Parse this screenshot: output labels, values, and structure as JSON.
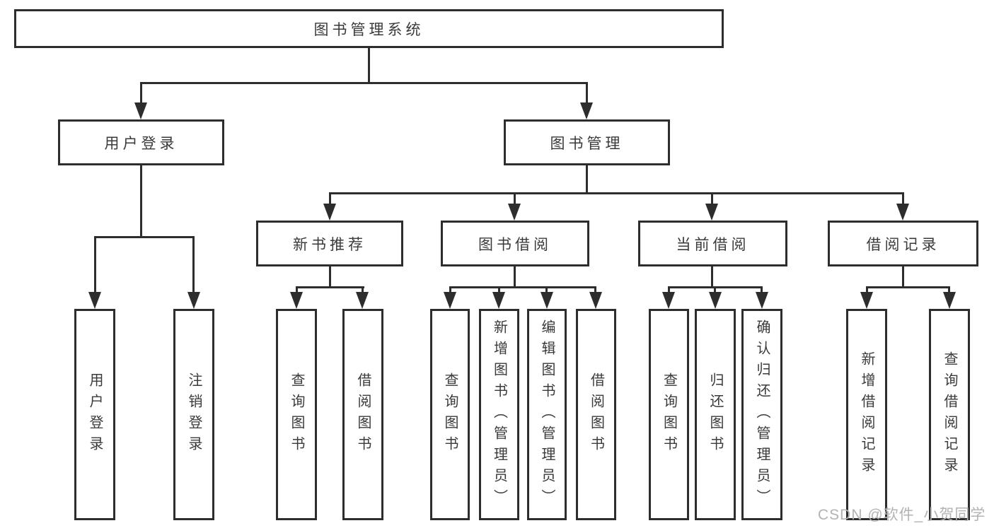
{
  "tree": {
    "label": "图书管理系统",
    "children": [
      {
        "label": "用户登录",
        "children": [
          {
            "label": "用户登录"
          },
          {
            "label": "注销登录"
          }
        ]
      },
      {
        "label": "图书管理",
        "children": [
          {
            "label": "新书推荐",
            "children": [
              {
                "label": "查询图书"
              },
              {
                "label": "借阅图书"
              }
            ]
          },
          {
            "label": "图书借阅",
            "children": [
              {
                "label": "查询图书"
              },
              {
                "label": "新增图书（管理员）"
              },
              {
                "label": "编辑图书（管理员）"
              },
              {
                "label": "借阅图书"
              }
            ]
          },
          {
            "label": "当前借阅",
            "children": [
              {
                "label": "查询图书"
              },
              {
                "label": "归还图书"
              },
              {
                "label": "确认归还（管理员）"
              }
            ]
          },
          {
            "label": "借阅记录",
            "children": [
              {
                "label": "新增借阅记录"
              },
              {
                "label": "查询借阅记录"
              }
            ]
          }
        ]
      }
    ]
  },
  "watermark": {
    "text": "CSDN @软件_小贺同学"
  },
  "colors": {
    "line": "#2d2d2d",
    "watermark": "#b3b3b3",
    "background": "#ffffff"
  }
}
